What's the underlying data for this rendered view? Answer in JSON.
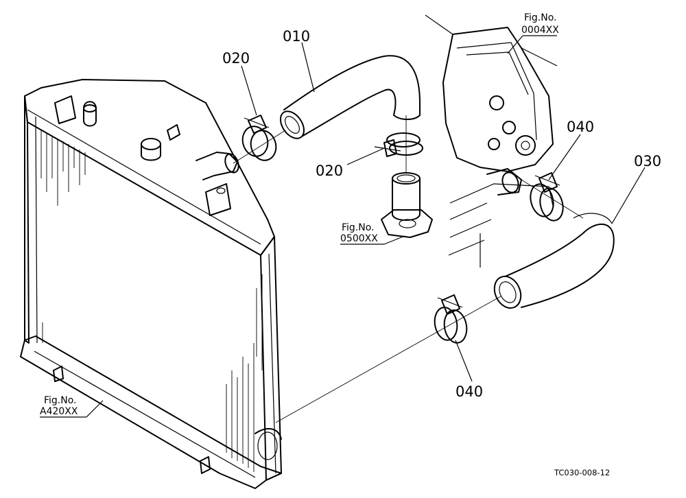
{
  "parts": {
    "p010": "010",
    "p020_a": "020",
    "p020_b": "020",
    "p030": "030",
    "p040_a": "040",
    "p040_b": "040"
  },
  "figures": {
    "fig_a": {
      "line1": "Fig.No.",
      "line2": "0004XX"
    },
    "fig_b": {
      "line1": "Fig.No.",
      "line2": "0500XX"
    },
    "fig_c": {
      "line1": "Fig.No.",
      "line2": "A420XX"
    }
  },
  "drawing_code": "TC030-008-12"
}
